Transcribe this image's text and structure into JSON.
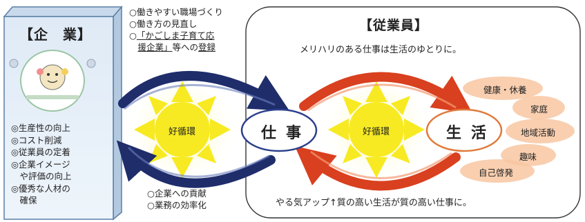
{
  "company": {
    "title": "【企　業】",
    "benefits": [
      "◎生産性の向上",
      "◎コスト削減",
      "◎従業員の定着",
      "◎企業イメージ",
      "　や評価の向上",
      "◎優秀な人材の",
      "　確保"
    ]
  },
  "top_notes": {
    "line1": "○働きやすい職場づくり",
    "line2": "○働き方の見直し",
    "line3_prefix": "○",
    "line3_underlined": "「かごしま子育て応",
    "line4_underlined": "援企業」",
    "line4_suffix": "等への",
    "line4_underlined_end": "登録"
  },
  "bottom_notes": {
    "line1": "○企業への貢献",
    "line2": "○業務の効率化"
  },
  "employee": {
    "title": "【従業員】",
    "subtitle": "メリハリのある仕事は生活のゆとりに。",
    "footer": "やる気アップ↑質の高い生活が質の高い仕事に。"
  },
  "cycle": {
    "left_sun_label": "好循環",
    "right_sun_label": "好循環",
    "work_label": "仕事",
    "life_label": "生活"
  },
  "life_items": [
    "健康・休養",
    "家庭",
    "地域活動",
    "趣味",
    "自己啓発"
  ],
  "colors": {
    "navy_arrow": "#1f2d6b",
    "red_arrow": "#d9401f",
    "sun": "#f7ea22",
    "sun_glow": "#fffbc4",
    "leisure_blob": "#f8c7a2",
    "company_box_fill": "#e2eef8",
    "company_box_border": "#5a7fa6"
  }
}
